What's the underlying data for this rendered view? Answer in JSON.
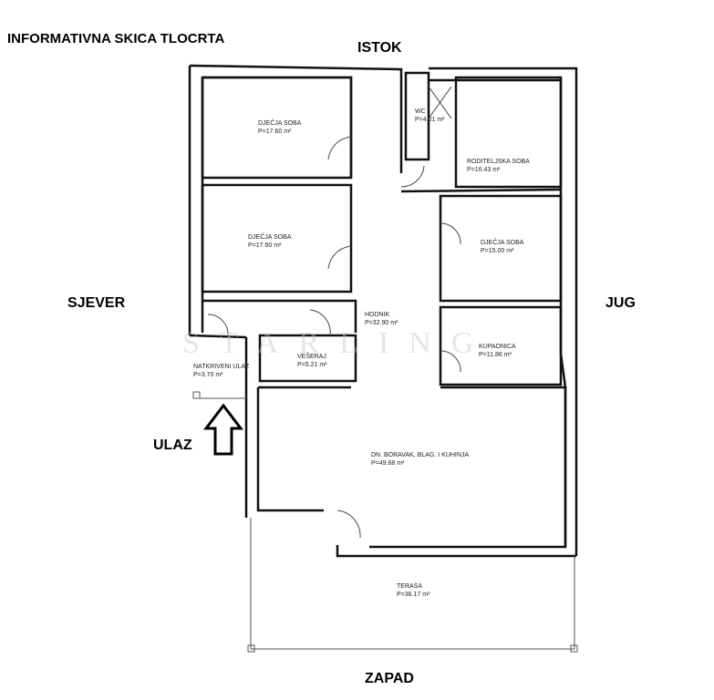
{
  "title": "INFORMATIVNA SKICA TLOCRTA",
  "directions": {
    "east": "ISTOK",
    "north": "SJEVER",
    "south": "JUG",
    "west": "ZAPAD"
  },
  "entrance_label": "ULAZ",
  "watermark": "STARLING",
  "rooms": [
    {
      "name": "DJEČJA SOBA",
      "area": "P=17.60 m²"
    },
    {
      "name": "DJEČJA SOBA",
      "area": "P=17.60 m²"
    },
    {
      "name": "WC",
      "area": "P=4.01 m²"
    },
    {
      "name": "RODITELJSKA SOBA",
      "area": "P=16.43 m²"
    },
    {
      "name": "DJEČJA SOBA",
      "area": "P=15.00 m²"
    },
    {
      "name": "HODNIK",
      "area": "P=32.90 m²"
    },
    {
      "name": "KUPAONICA",
      "area": "P=11.86 m²"
    },
    {
      "name": "VEŠERAJ",
      "area": "P=5.21 m²"
    },
    {
      "name": "NATKRIVENI ULAZ",
      "area": "P=3.70 m²"
    },
    {
      "name": "DN. BORAVAK, BLAG. I KUHINJA",
      "area": "P=49.68 m²"
    },
    {
      "name": "TERASA",
      "area": "P=36.17 m²"
    }
  ]
}
